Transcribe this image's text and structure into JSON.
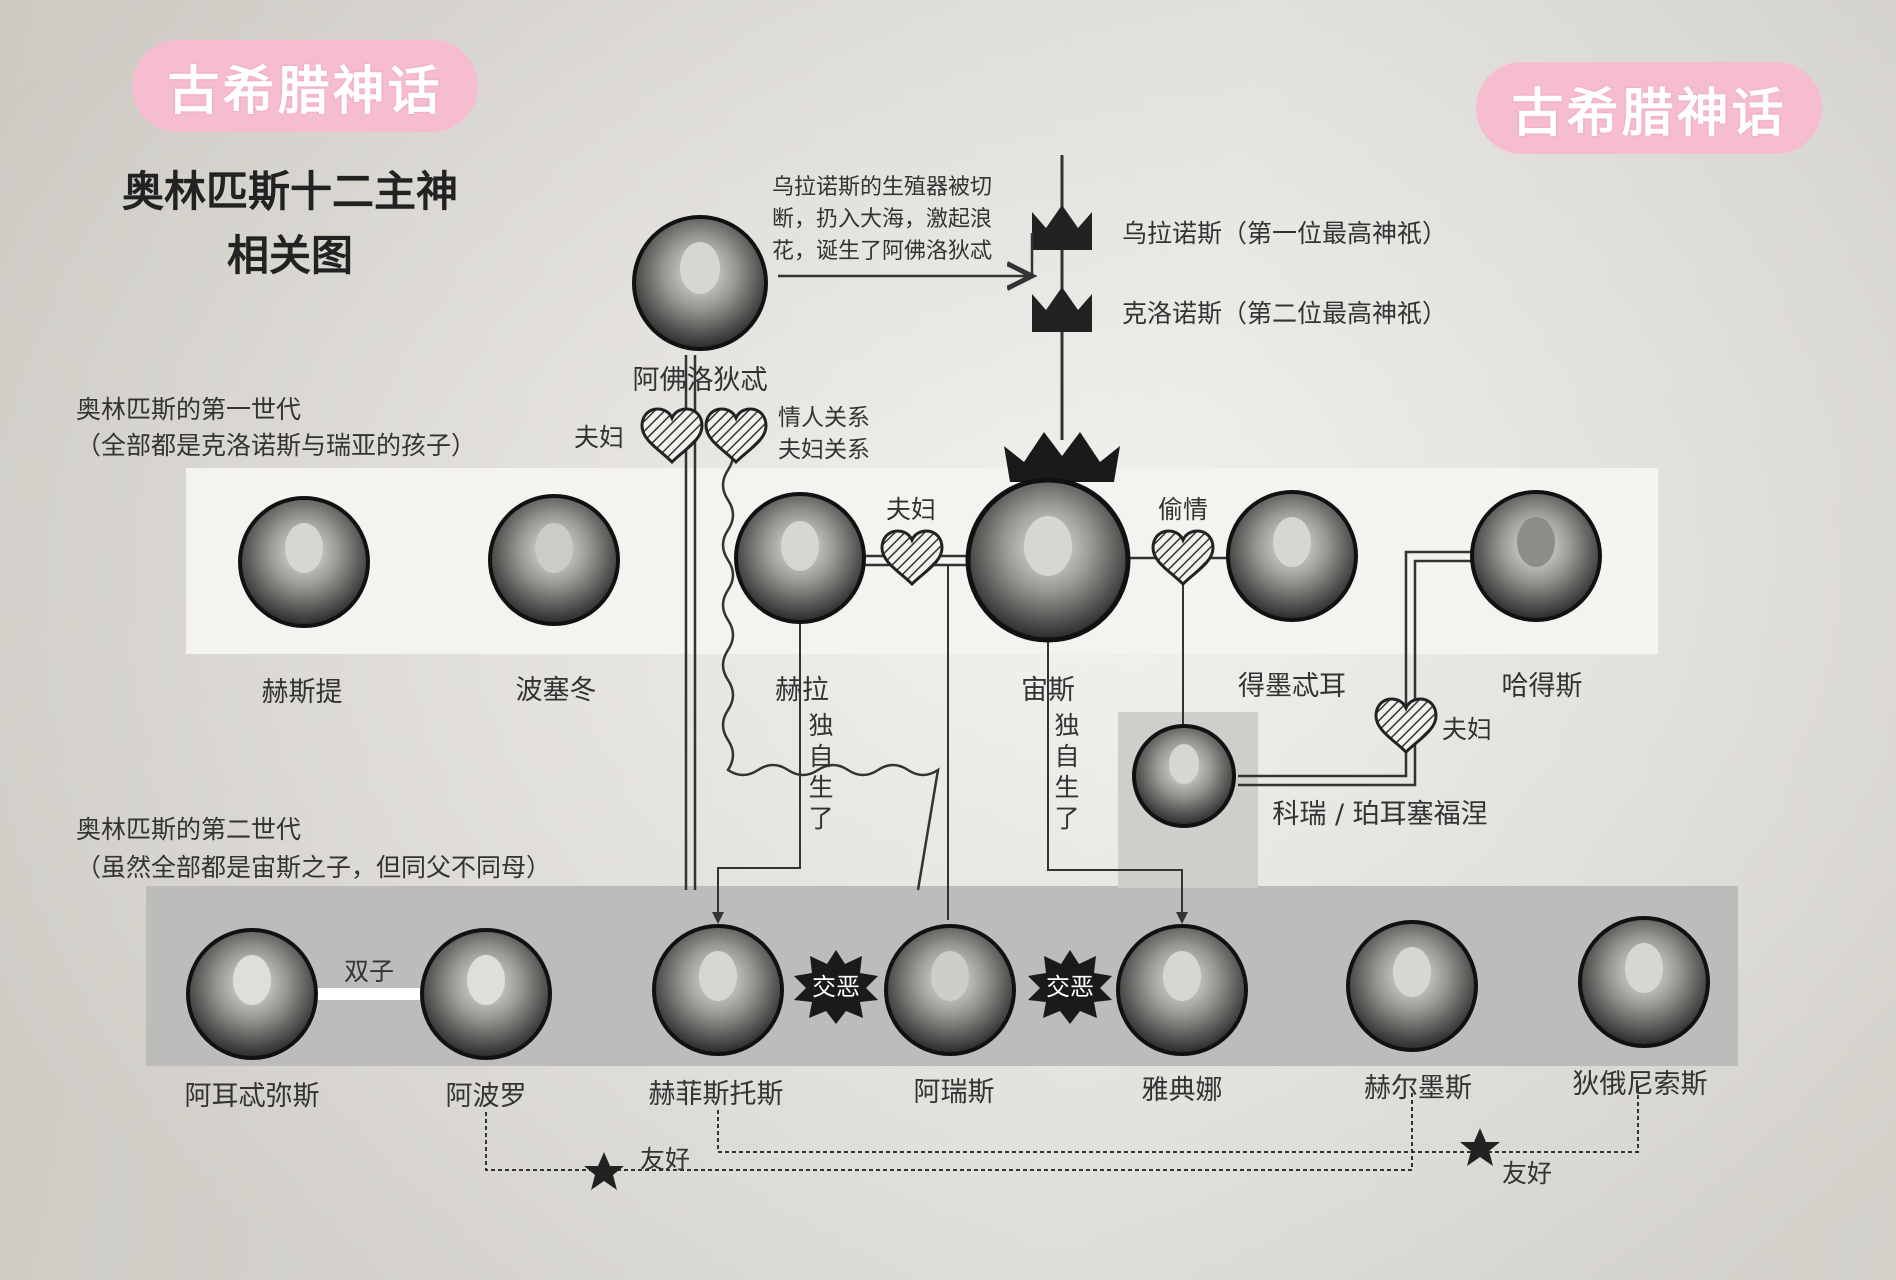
{
  "badges": {
    "left": "古希腊神话",
    "right": "古希腊神话"
  },
  "title": {
    "line1": "奥林匹斯十二主神",
    "line2": "相关图"
  },
  "origin": {
    "uranus": "乌拉诺斯（第一位最高神祇）",
    "cronus": "克洛诺斯（第二位最高神祇）",
    "aphrodite_birth": "乌拉诺斯的生殖器被切断，扔入大海，激起浪花，诞生了阿佛洛狄忒"
  },
  "generation1": {
    "title": "奥林匹斯的第一世代",
    "note": "（全部都是克洛诺斯与瑞亚的孩子）"
  },
  "generation2": {
    "title": "奥林匹斯的第二世代",
    "note": "（虽然全部都是宙斯之子，但同父不同母）"
  },
  "legend": {
    "lover": "情人关系",
    "spouse": "夫妇关系"
  },
  "relations": {
    "spouse": "夫妇",
    "affair": "偷情",
    "alone_hera": "独自生了",
    "alone_zeus": "独自生了",
    "twins": "双子",
    "bad": "交恶",
    "friendly": "友好"
  },
  "gods": {
    "aphrodite": "阿佛洛狄忒",
    "hestia": "赫斯提",
    "poseidon": "波塞冬",
    "hera": "赫拉",
    "zeus": "宙斯",
    "demeter": "得墨忒耳",
    "hades": "哈得斯",
    "kore": "科瑞 / 珀耳塞福涅",
    "artemis": "阿耳忒弥斯",
    "apollo": "阿波罗",
    "hephaestus": "赫菲斯托斯",
    "ares": "阿瑞斯",
    "athena": "雅典娜",
    "hermes": "赫尔墨斯",
    "dionysus": "狄俄尼索斯"
  },
  "colors": {
    "badge": "#f6bccf",
    "band_light": "#f4f3ef",
    "band_dark": "#bdbcba",
    "line": "#3a3a3a"
  }
}
